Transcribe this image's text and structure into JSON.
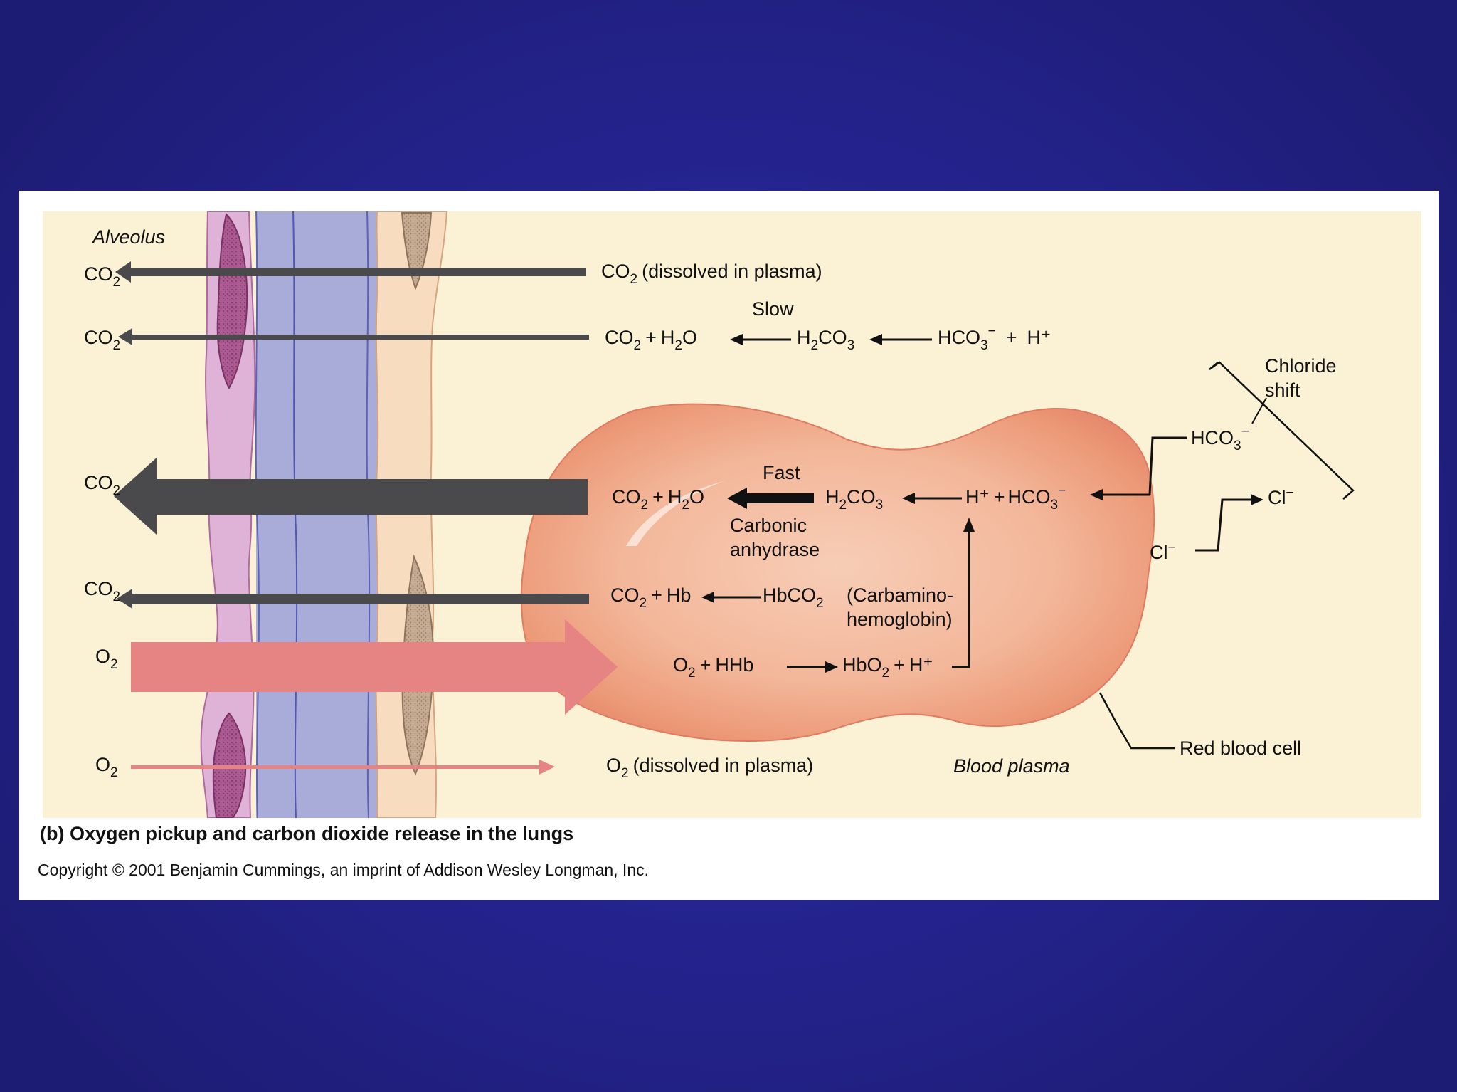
{
  "labels": {
    "alveolus": "Alveolus",
    "co2": "CO",
    "o2": "O",
    "sub2": "2",
    "sub3": "3",
    "dissolved": "(dissolved in plasma)",
    "slow": "Slow",
    "fast": "Fast",
    "carbonic": "Carbonic",
    "anhydrase": "anhydrase",
    "plus": "+",
    "h2o_h": "H",
    "h2o_o": "O",
    "h2co3_h": "H",
    "h2co3_co": "CO",
    "hco3": "HCO",
    "minus": "−",
    "h_plus": "H⁺",
    "hb": "Hb",
    "hbco2": "HbCO",
    "carbamino": "(Carbamino-",
    "hemoglobin": "hemoglobin)",
    "hhb": "HHb",
    "hbo2": "HbO",
    "chloride": "Chloride",
    "shift": "shift",
    "cl": "Cl",
    "red_blood_cell": "Red blood cell",
    "blood_plasma": "Blood plasma"
  },
  "caption": "(b) Oxygen pickup and carbon dioxide release in the lungs",
  "copyright": "Copyright © 2001 Benjamin Cummings, an imprint of Addison Wesley Longman, Inc.",
  "colors": {
    "background": "#25248f",
    "figure_bg": "#fbf1d4",
    "co2_arrow": "#4a4a4d",
    "o2_arrow": "#e68483",
    "capillary": "#a9acd8",
    "rbc": "#f0a787"
  }
}
